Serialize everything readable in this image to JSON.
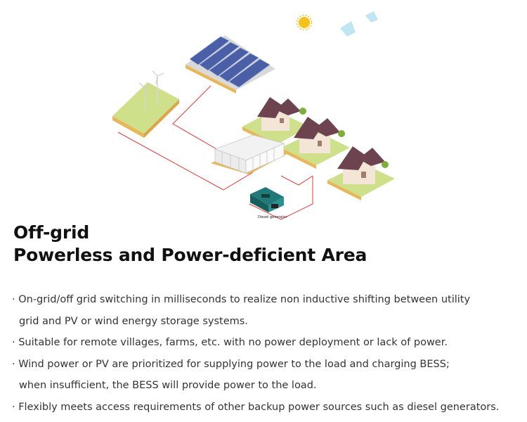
{
  "diagram": {
    "diesel_label": "Diesel generator",
    "colors": {
      "connection_line": "#e23a3a",
      "grass": "#cfe08a",
      "soil": "#e8b75a",
      "roof": "#6e4350",
      "sun": "#f6c21a",
      "panel": "#4a5fa6",
      "generator": "#1f7a78"
    },
    "icons": [
      "sun-icon",
      "cloud-icon",
      "wind-turbine-icon",
      "solar-panel-icon",
      "house-icon",
      "battery-storage-icon",
      "diesel-generator-icon"
    ]
  },
  "title": {
    "line1": "Off-grid",
    "line2": "Powerless and Power-deficient Area"
  },
  "bullets": [
    {
      "line1": "· On-grid/off grid switching in milliseconds to realize non inductive shifting between utility",
      "line2": "grid and PV or wind energy storage systems."
    },
    {
      "line1": "· Suitable for remote villages, farms, etc. with no power deployment or lack of power."
    },
    {
      "line1": "· Wind power or PV are prioritized for supplying power to the load and charging BESS;",
      "line2": "when insufficient, the BESS will provide power to the load."
    },
    {
      "line1": "· Flexibly meets access requirements of other backup power sources such as diesel generators."
    }
  ]
}
